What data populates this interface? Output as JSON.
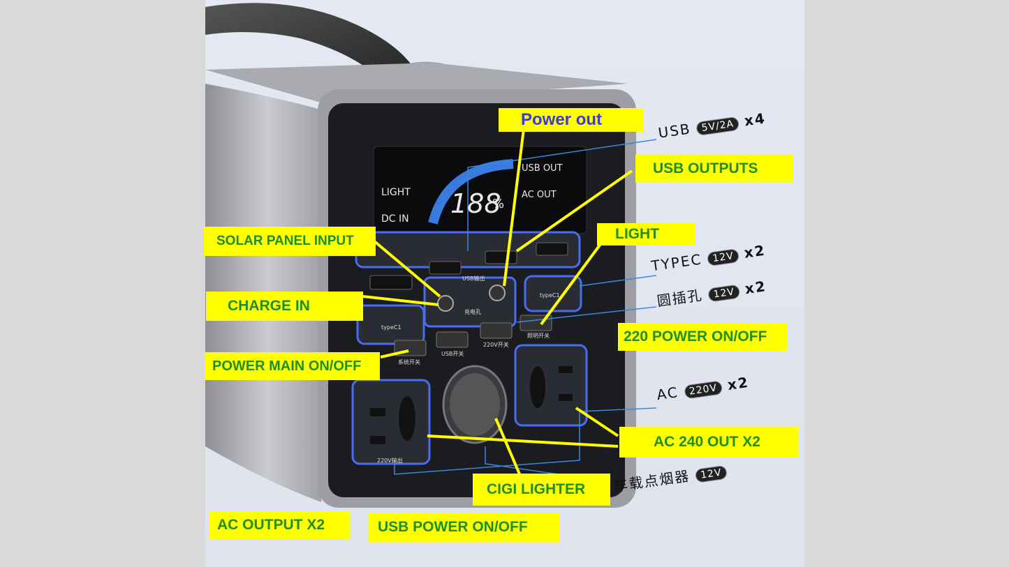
{
  "labels": {
    "power_out": "Power out",
    "usb_outputs": "USB OUTPUTS",
    "solar_panel_input": "SOLAR PANEL INPUT",
    "light": "LIGHT",
    "charge_in": "CHARGE IN",
    "power_220_onoff": "220 POWER ON/OFF",
    "power_main_onoff": "POWER MAIN ON/OFF",
    "ac_240_out": "AC 240 OUT  X2",
    "cigi_lighter": "CIGI LIGHTER",
    "ac_output": "AC OUTPUT  X2",
    "usb_power_onoff": "USB POWER ON/OFF"
  },
  "specs": {
    "usb": {
      "name": "USB",
      "rating": "5V/2A",
      "count": "x4"
    },
    "typec": {
      "name": "TYPEC",
      "rating": "12V",
      "count": "x2"
    },
    "round": {
      "name": "圆插孔",
      "rating": "12V",
      "count": "x2"
    },
    "ac": {
      "name": "AC",
      "rating": "220V",
      "count": "x2"
    },
    "car": {
      "name": "车载点烟器",
      "rating": "12V"
    }
  },
  "lcd": {
    "light": "LIGHT",
    "dc_in": "DC IN",
    "percent": "188",
    "percent_unit": "%",
    "usb_out": "USB OUT",
    "ac_out": "AC OUT"
  },
  "panel": {
    "usb_output_tag": "USB输出",
    "charge_port_tag": "充电孔",
    "typec_left": "typeC1",
    "typec_right": "typeC1",
    "main_switch": "系统开关",
    "usb_switch": "USB开关",
    "v220_switch": "220V开关",
    "light_switch": "照明开关",
    "ac_left_tag": "220V输出"
  }
}
